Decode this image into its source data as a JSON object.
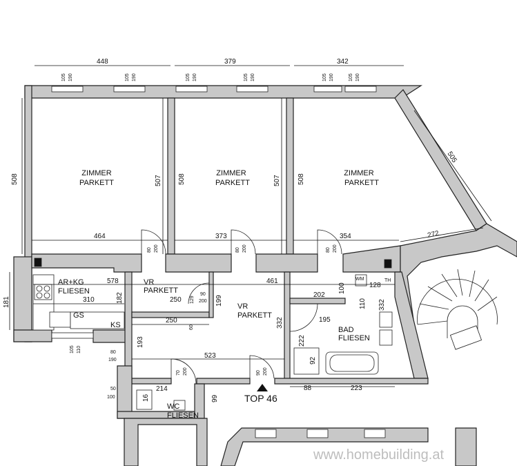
{
  "rooms": {
    "room1": {
      "name": "ZIMMER",
      "floor": "PARKETT"
    },
    "room2": {
      "name": "ZIMMER",
      "floor": "PARKETT"
    },
    "room3": {
      "name": "ZIMMER",
      "floor": "PARKETT"
    },
    "kitchen": {
      "name": "AR+KG",
      "floor": "FLIESEN"
    },
    "vr_small": {
      "name": "VR",
      "floor": "PARKETT"
    },
    "vr_main": {
      "name": "VR",
      "floor": "PARKETT"
    },
    "bath": {
      "name": "BAD",
      "floor": "FLIESEN"
    },
    "wc": {
      "name": "WC",
      "floor": "FLIESEN"
    }
  },
  "unit_label": "TOP 46",
  "watermark": "www.homebuilding.at",
  "fixture_labels": {
    "gs": "GS",
    "ks": "KS",
    "wm": "WM",
    "th": "TH"
  },
  "dimensions": {
    "top_1": "448",
    "top_2": "379",
    "top_3": "342",
    "win_a": "105",
    "win_b": "190",
    "left_508": "508",
    "left_181": "181",
    "r1_507": "507",
    "r1_464": "464",
    "r2_508": "508",
    "r2_507": "507",
    "r2_373": "373",
    "r3_508": "508",
    "r3_354": "354",
    "diag_505": "505",
    "diag_272": "272",
    "door_80": "80",
    "door_200": "200",
    "k_578": "578",
    "k_310": "310",
    "k_182": "182",
    "vr_250a": "250",
    "vr_129": "129",
    "vr_90": "90",
    "vr_199": "199",
    "vr_461": "461",
    "vr_250b": "250",
    "vr_60": "60",
    "vr_332a": "332",
    "vr_193": "193",
    "vr_523": "523",
    "vr_70": "70",
    "b_202": "202",
    "b_100": "100",
    "b_128": "128",
    "b_110": "110",
    "b_332": "332",
    "b_195": "195",
    "b_222": "222",
    "b_92": "92",
    "bot_88": "88",
    "bot_223": "223",
    "wc_214": "214",
    "wc_16": "16",
    "wc_99": "99",
    "l_80": "80",
    "l_190": "190",
    "l_50": "50",
    "l_100": "100",
    "k_105": "105",
    "k_110": "110"
  }
}
